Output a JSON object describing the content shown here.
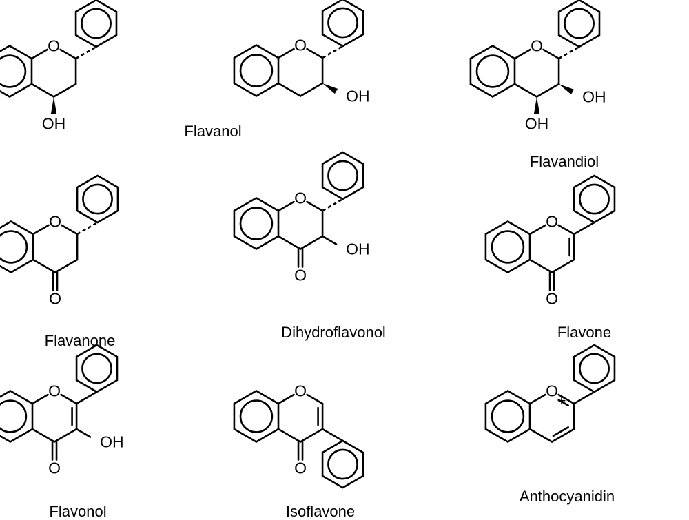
{
  "atoms": {
    "oxygen": "O",
    "hydroxyl": "OH",
    "charge": "+"
  },
  "compounds": [
    {
      "id": "flavanol",
      "name": "Flavanol"
    },
    {
      "id": "flavandiol",
      "name": "Flavandiol"
    },
    {
      "id": "flavanone",
      "name": "Flavanone"
    },
    {
      "id": "dihydroflavonol",
      "name": "Dihydroflavonol"
    },
    {
      "id": "flavone",
      "name": "Flavone"
    },
    {
      "id": "flavonol",
      "name": "Flavonol"
    },
    {
      "id": "isoflavone",
      "name": "Isoflavone"
    },
    {
      "id": "anthocyanidin",
      "name": "Anthocyanidin"
    },
    {
      "id": "flavan-3-ol",
      "name": ""
    }
  ]
}
